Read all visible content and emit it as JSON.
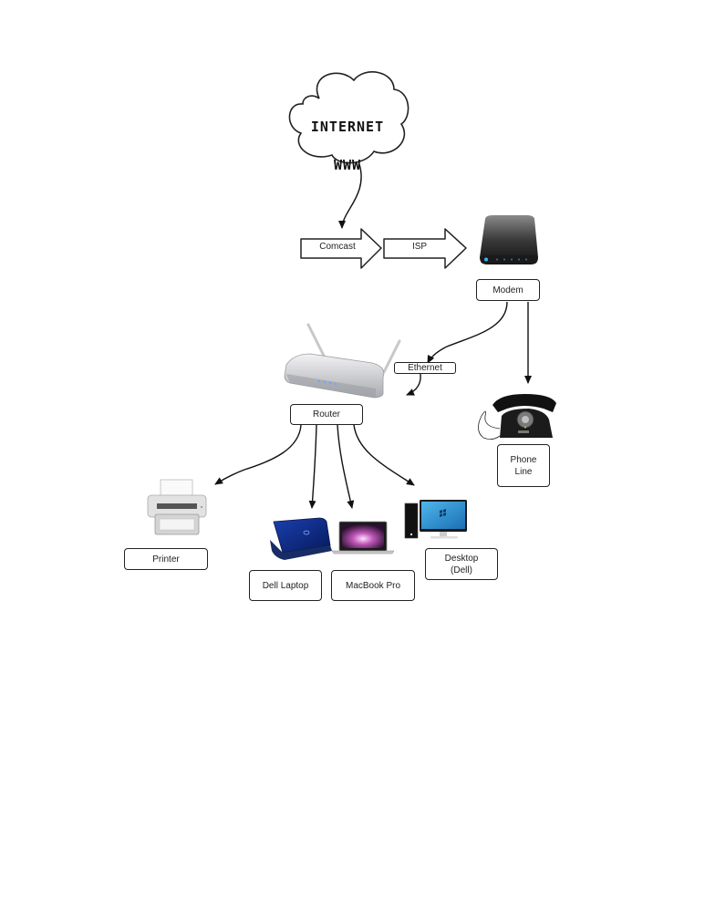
{
  "diagram": {
    "cloud": {
      "line1": "INTERNET",
      "line2": "WWW"
    },
    "flow_arrows": [
      {
        "id": "comcast",
        "label": "Comcast"
      },
      {
        "id": "isp",
        "label": "ISP"
      }
    ],
    "nodes": {
      "modem": {
        "label": "Modem",
        "icon": "modem-icon"
      },
      "ethernet": {
        "label": "Ethernet"
      },
      "router": {
        "label": "Router",
        "icon": "router-icon"
      },
      "phone": {
        "label": "Phone\nLine",
        "icon": "telephone-icon"
      },
      "printer": {
        "label": "Printer",
        "icon": "printer-icon"
      },
      "dell_laptop": {
        "label": "Dell Laptop",
        "icon": "laptop-icon"
      },
      "macbook": {
        "label": "MacBook Pro",
        "icon": "macbook-icon"
      },
      "desktop": {
        "label": "Desktop\n(Dell)",
        "icon": "desktop-icon"
      }
    },
    "edges": [
      {
        "from": "cloud",
        "to": "comcast"
      },
      {
        "from": "comcast",
        "to": "isp"
      },
      {
        "from": "isp",
        "to": "modem"
      },
      {
        "from": "modem",
        "to": "ethernet"
      },
      {
        "from": "ethernet",
        "to": "router"
      },
      {
        "from": "modem",
        "to": "phone"
      },
      {
        "from": "router",
        "to": "printer"
      },
      {
        "from": "router",
        "to": "dell_laptop"
      },
      {
        "from": "router",
        "to": "macbook"
      },
      {
        "from": "router",
        "to": "desktop"
      }
    ]
  }
}
